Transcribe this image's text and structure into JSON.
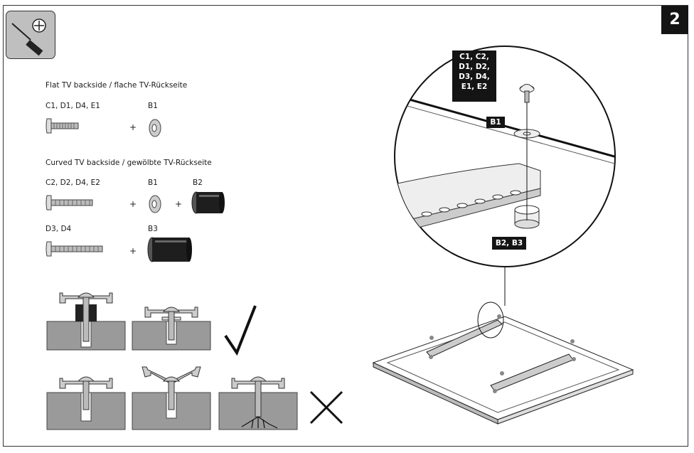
{
  "page": {
    "number": "2"
  },
  "tool_icon": {
    "name": "phillips-screwdriver-icon"
  },
  "flat": {
    "heading": "Flat TV backside / flache TV-Rückseite",
    "screw_label": "C1, D1, D4, E1",
    "washer_label": "B1",
    "plus": "+"
  },
  "curved": {
    "heading": "Curved TV backside / gewölbte TV-Rückseite",
    "row1": {
      "screw_label": "C2, D2, D4, E2",
      "washer_label": "B1",
      "spacer_label": "B2",
      "plus": "+"
    },
    "row2": {
      "screw_label": "D3, D4",
      "spacer_label": "B3",
      "plus": "+"
    }
  },
  "callouts": {
    "screws": [
      "C1, C2,",
      "D1, D2,",
      "D3, D4,",
      "E1, E2"
    ],
    "washer": "B1",
    "spacer": "B2, B3"
  },
  "marks": {
    "correct": "check-mark-icon",
    "wrong": "cross-mark-icon"
  }
}
